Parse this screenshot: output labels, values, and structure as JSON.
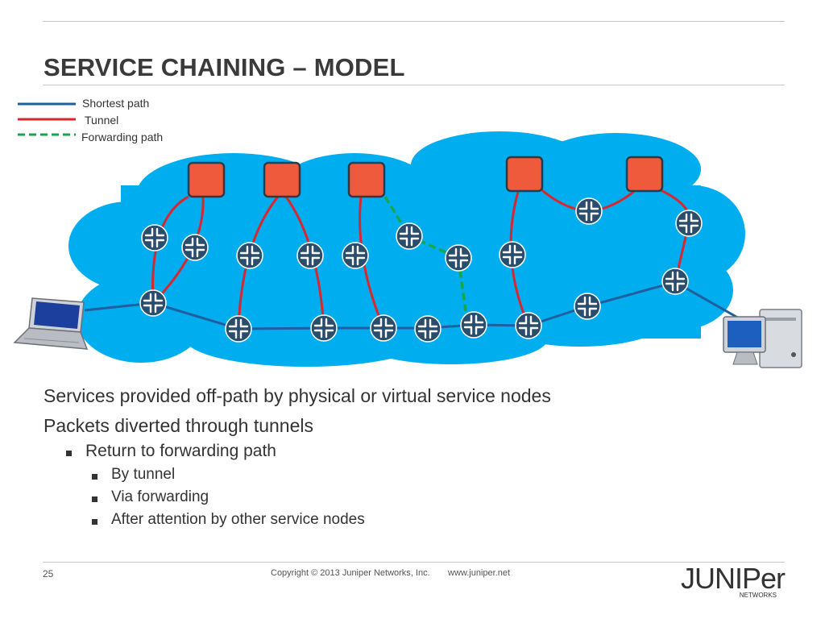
{
  "title": "SERVICE CHAINING – MODEL",
  "legend": {
    "shortest_path": "Shortest path",
    "tunnel": "Tunnel",
    "forwarding_path": "Forwarding path"
  },
  "colors": {
    "cloud": "#00aeef",
    "service_node": "#f05a3c",
    "router": "#2a4d6e",
    "shortest_path": "#1f5fa0",
    "tunnel": "#d7282f",
    "forwarding_path": "#17a64b"
  },
  "icons": [
    "laptop-icon",
    "desktop-computer-icon",
    "router-icon",
    "service-node-icon"
  ],
  "bullets": {
    "b1": "Services provided off-path by physical or virtual service nodes",
    "b2": "Packets diverted through tunnels",
    "b3": "Return to forwarding path",
    "b4": "By tunnel",
    "b5": "Via forwarding",
    "b6": "After attention by other service nodes"
  },
  "footer": {
    "page_number": "25",
    "copyright": "Copyright © 2013 Juniper Networks, Inc.",
    "website": "www.juniper.net",
    "logo_text": "JUNIPer",
    "logo_sub": "NETWORKS"
  }
}
